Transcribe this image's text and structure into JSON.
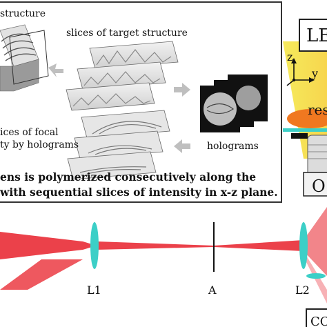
{
  "inset": {
    "label_target_structure": "structure",
    "label_slices_target": "slices of target structure",
    "label_slices_focal_line1": "ices of focal",
    "label_slices_focal_line2": "ty by holograms",
    "label_holograms": "holograms",
    "caption_line1": "ens is polymerized consecutively along the",
    "caption_line2": "with sequential slices of intensity in x-z plane."
  },
  "optics": {
    "label_led": "LE",
    "label_axis_z": "z",
    "label_axis_y": "y",
    "label_resin": "res",
    "label_objective": "O",
    "label_l1": "L1",
    "label_aperture": "A",
    "label_l2": "L2",
    "label_ccd": "CC"
  },
  "colors": {
    "beam": "#e8202a",
    "lens": "#3ccfc7",
    "led_beam": "#f5e84a",
    "resin": "#f07820",
    "inset_border": "#333333"
  }
}
